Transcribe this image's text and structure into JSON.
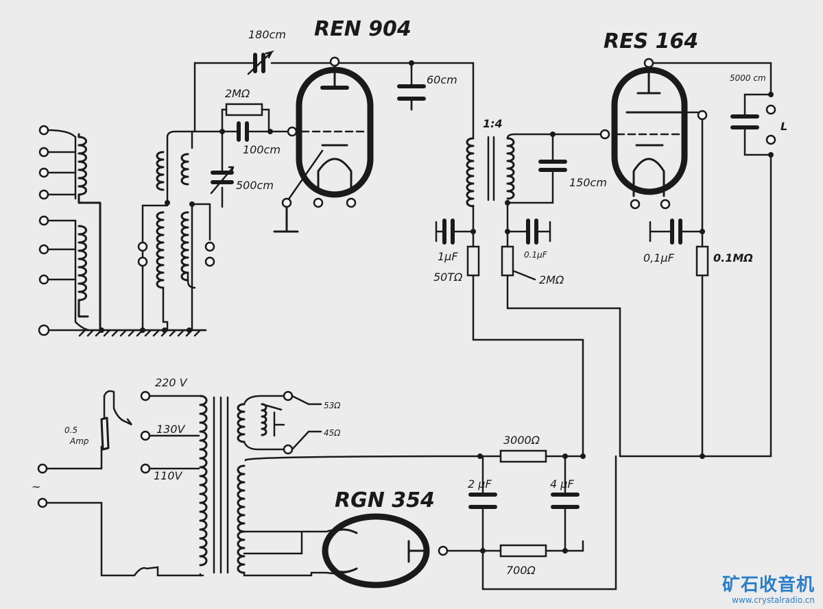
{
  "tubes": {
    "detector": "REN 904",
    "output": "RES 164",
    "rectifier": "RGN 354"
  },
  "labels": {
    "c_grid_tuning": "180cm",
    "r_grid_leak": "2MΩ",
    "c_grid": "100cm",
    "c_tuning": "500cm",
    "c_plate": "60cm",
    "transformer_ratio": "1:4",
    "c_150": "150cm",
    "c_5000": "5000 cm",
    "speaker": "L",
    "c_1uF": "1µF",
    "r_50k": "50TΩ",
    "c_01uF_a": "0.1µF",
    "r_2M": "2MΩ",
    "c_01uF_b": "0,1µF",
    "r_01M": "0.1MΩ",
    "v220": "220 V",
    "v130": "130V",
    "v110": "110V",
    "fuse_line1": "0.5",
    "fuse_line2": "Amp",
    "ac_symbol": "~",
    "r_53": "53Ω",
    "r_45": "45Ω",
    "r_3000": "3000Ω",
    "c_2uF": "2 µF",
    "c_4uF": "4 µF",
    "r_700": "700Ω"
  },
  "watermark": {
    "title": "矿石收音机",
    "url": "www.crystalradio.cn"
  }
}
